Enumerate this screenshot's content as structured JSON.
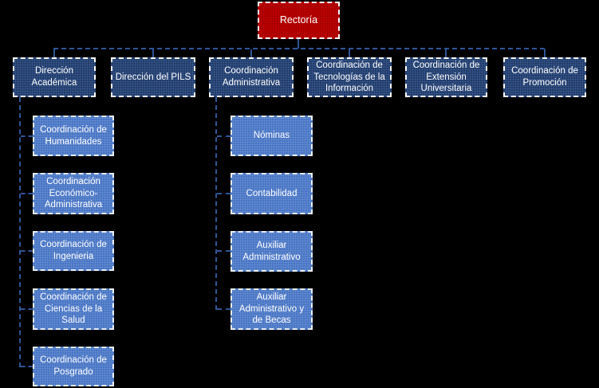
{
  "org": {
    "root": {
      "label": "Rectoría"
    },
    "level2": [
      {
        "label": "Dirección Académica"
      },
      {
        "label": "Dirección del PILS"
      },
      {
        "label": "Coordinación Administrativa"
      },
      {
        "label": "Coordinación de Tecnologías de la Información"
      },
      {
        "label": "Coordinación de Extensión Universitaria"
      },
      {
        "label": "Coordinación de Promoción"
      }
    ],
    "academica_children": [
      {
        "label": "Coordinación de Humanidades"
      },
      {
        "label": "Coordinación Económico-Administrativa"
      },
      {
        "label": "Coordinación de Ingenieria"
      },
      {
        "label": "Coordinación de Ciencias de la Salud"
      },
      {
        "label": "Coordinación de Posgrado"
      }
    ],
    "administrativa_children": [
      {
        "label": "Nóminas"
      },
      {
        "label": "Contabilidad"
      },
      {
        "label": "Auxiliar Administrativo"
      },
      {
        "label": "Auxiliar Administrativo y de Becas"
      }
    ],
    "colors": {
      "background": "#000000",
      "root_fill": "#C00000",
      "level2_fill": "#1F3864",
      "child_fill": "#4472C4",
      "box_border": "#FFFFFF",
      "connector": "#2F5597",
      "text": "#FFFFFF"
    }
  }
}
